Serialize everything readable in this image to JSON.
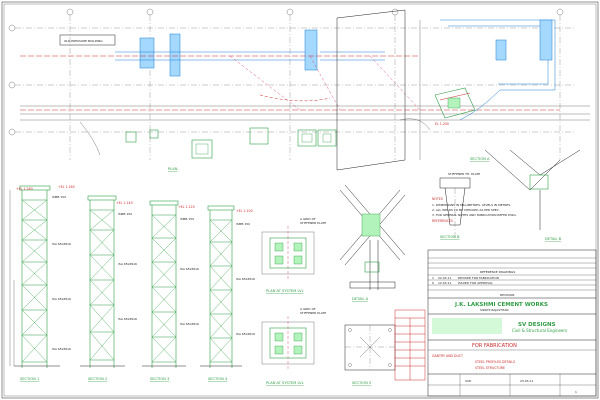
{
  "drawing": {
    "plan": {
      "title": "PLAN",
      "building_label": "OLD PRESSURE BUILDING"
    },
    "sections": [
      {
        "title": "SECTION 1"
      },
      {
        "title": "SECTION 2"
      },
      {
        "title": "SECTION 3"
      },
      {
        "title": "SECTION 4"
      }
    ],
    "details": {
      "detail_a": "DETAIL A",
      "detail_b": "DETAIL B",
      "section_5": "SECTION 5",
      "plan_base_1": "PLAN AT SYSTEM LVL",
      "plan_base_2": "PLAN AT SYSTEM LVL"
    },
    "notes": {
      "heading": "NOTES",
      "lines": [
        "1. DIMENSIONS IN MILLIMETRES, LEVELS IN METRES.",
        "2. ALL WELDS TO BE CHECKED AS PER SPEC.",
        "3. FOR GENERAL NOTES AND FABRICATION REFER DWG."
      ],
      "reference_heading": "REFERENCES"
    }
  },
  "tables": {
    "reference_title": "REFERENCE DRAWINGS",
    "revision_title": "REVISION",
    "revisions": [
      {
        "rev": "1",
        "date": "22.03.11",
        "desc": "REVISED FOR FABRICATION"
      },
      {
        "rev": "0",
        "date": "12.03.11",
        "desc": "ISSUED FOR APPROVAL"
      }
    ]
  },
  "title_block": {
    "client": "J.K. LAKSHMI CEMENT WORKS",
    "client_sub": "SIROHI RAJASTHAN",
    "consultant": "SV DESIGNS",
    "consultant_sub": "Civil & Structural Engineers",
    "fabrication_stamp": "FOR FABRICATION",
    "project": "GANTRY AND DUCT",
    "drawing_title_1": "STEEL PROFILES DETAILS",
    "drawing_title_2": "STEEL STRUCTURE",
    "date": "23.03.11",
    "drawing_no": "SVD",
    "rev": "1"
  }
}
